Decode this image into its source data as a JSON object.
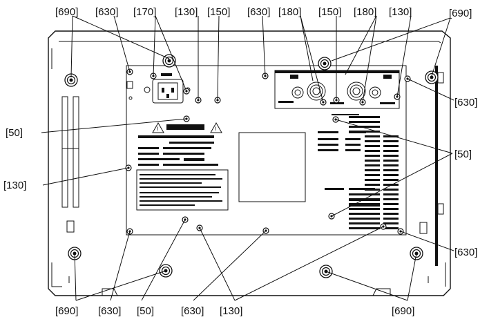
{
  "labels": {
    "top": [
      "[690]",
      "[630]",
      "[170]",
      "[130]",
      "[150]",
      "[630]",
      "[180]",
      "[150]",
      "[180]",
      "[130]",
      "[690]"
    ],
    "left": [
      "[50]",
      "[130]"
    ],
    "right": [
      "[630]",
      "[50]",
      "[630]"
    ],
    "bottom": [
      "[690]",
      "[630]",
      "[50]",
      "[630]",
      "[130]",
      "[690]"
    ]
  }
}
